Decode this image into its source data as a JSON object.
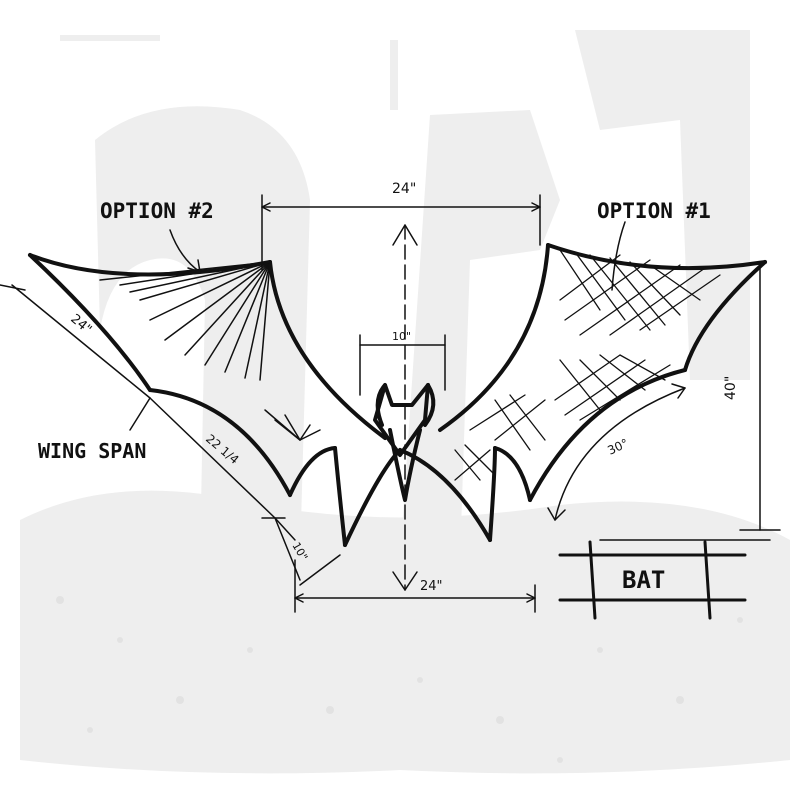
{
  "annotations": {
    "option_2": "OPTION #2",
    "option_1": "OPTION #1",
    "wing_span": "WING SPAN",
    "title_box": "BAT"
  },
  "dimensions": {
    "top_span": "24\"",
    "center_width": "10\"",
    "bottom_span": "24\"",
    "left_wing_length": "24\"",
    "left_lower_length": "22 1/4",
    "left_small": "10\"",
    "right_height": "40\"",
    "right_angle": "30°"
  },
  "colors": {
    "ink": "#111111",
    "background_stamp": "#eeeeee"
  }
}
